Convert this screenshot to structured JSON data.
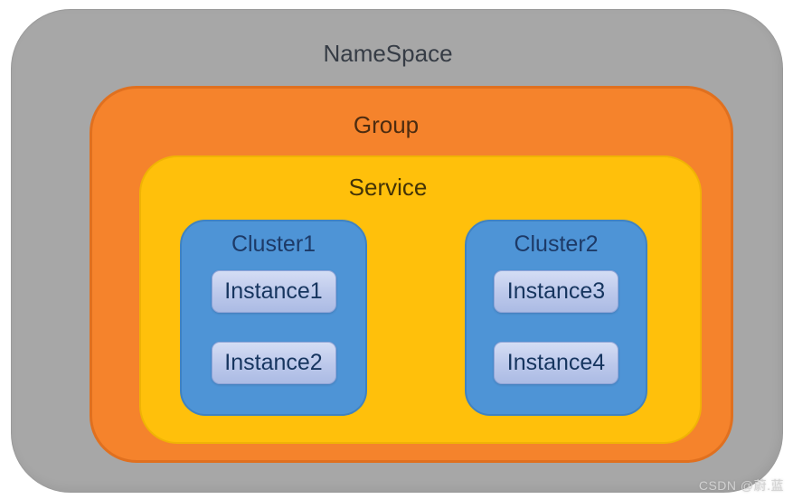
{
  "diagram": {
    "namespace": {
      "label": "NameSpace",
      "fill": "#a7a7a7",
      "text_color": "#363c45"
    },
    "group": {
      "label": "Group",
      "fill": "#f5832c",
      "border": "#e0701f",
      "text_color": "#4d2c10"
    },
    "service": {
      "label": "Service",
      "fill": "#ffc00b",
      "border": "#f0b305",
      "text_color": "#433307"
    },
    "clusters": [
      {
        "label": "Cluster1",
        "instances": [
          {
            "label": "Instance1"
          },
          {
            "label": "Instance2"
          }
        ]
      },
      {
        "label": "Cluster2",
        "instances": [
          {
            "label": "Instance3"
          },
          {
            "label": "Instance4"
          }
        ]
      }
    ],
    "cluster_style": {
      "fill": "#4e94d6",
      "border": "#4082c0",
      "text_color": "#1d3a67"
    },
    "instance_style": {
      "fill_top": "#d4ddf4",
      "fill_bottom": "#abbbe4",
      "border": "#90a5d8",
      "text_color": "#16355f"
    }
  },
  "watermark": {
    "text": "CSDN @蔚.蓝",
    "color": "#d2d2d2"
  }
}
